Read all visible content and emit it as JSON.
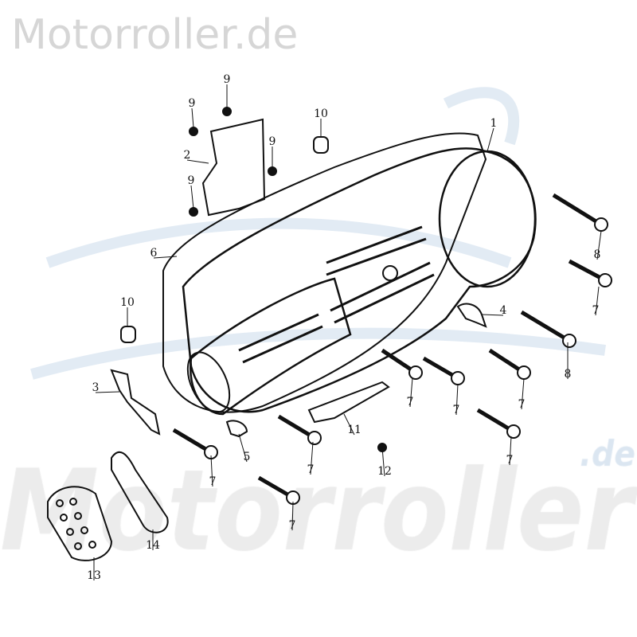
{
  "watermark": {
    "top_text": "Motorroller.de",
    "big_text": "Motorroller",
    "suffix_text": ".de"
  },
  "colors": {
    "line": "#111111",
    "watermark_gray": "#d6d6d6",
    "watermark_blue": "#dbe6f1"
  },
  "callouts": [
    "9",
    "9",
    "9",
    "9",
    "2",
    "10",
    "10",
    "1",
    "6",
    "8",
    "8",
    "7",
    "7",
    "7",
    "7",
    "7",
    "7",
    "7",
    "7",
    "4",
    "3",
    "5",
    "11",
    "12",
    "14",
    "13"
  ]
}
